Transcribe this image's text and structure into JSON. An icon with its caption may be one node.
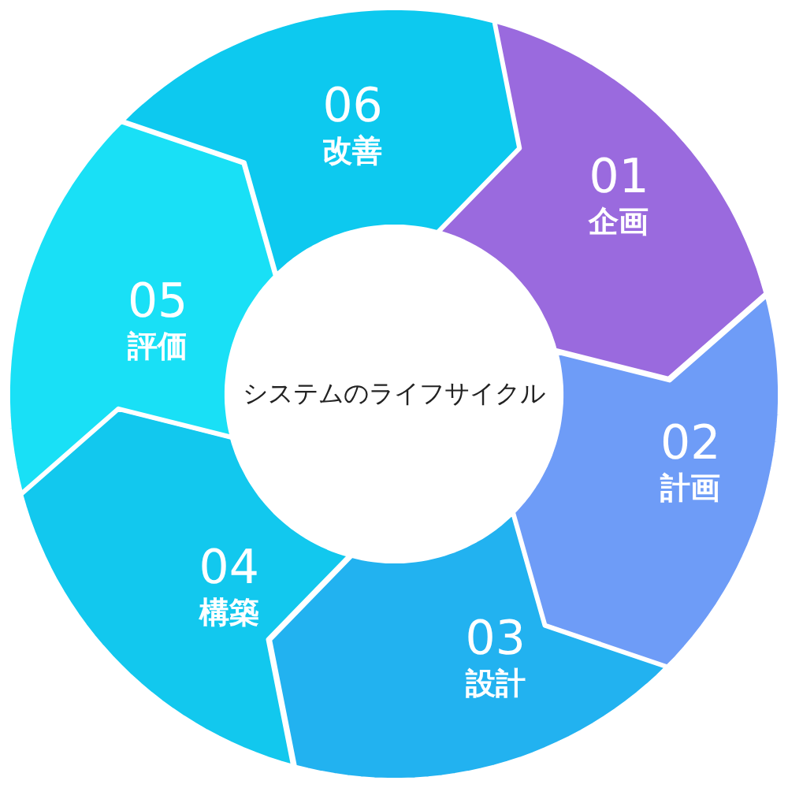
{
  "diagram": {
    "nodes": [
      {
        "text": [
          "システムのライフサイクル"
        ]
      },
      {
        "text": [
          "01",
          "企画"
        ]
      },
      {
        "text": [
          "02",
          "計画"
        ]
      },
      {
        "text": [
          "03",
          "設計"
        ]
      },
      {
        "text": [
          "04",
          "構築"
        ]
      },
      {
        "text": [
          "05",
          "評価"
        ]
      },
      {
        "text": [
          "06",
          "改善"
        ]
      }
    ]
  }
}
